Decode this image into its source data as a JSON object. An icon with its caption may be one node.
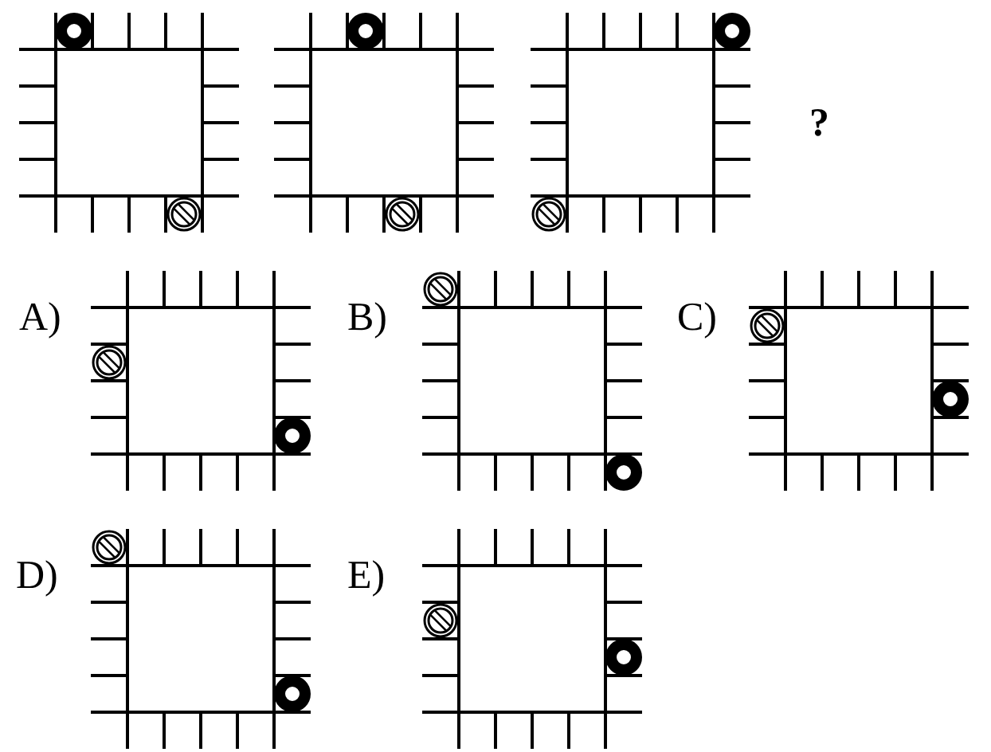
{
  "diagram": {
    "labels": [
      "?",
      "A)",
      "B)",
      "C)",
      "D)",
      "E)"
    ]
  }
}
